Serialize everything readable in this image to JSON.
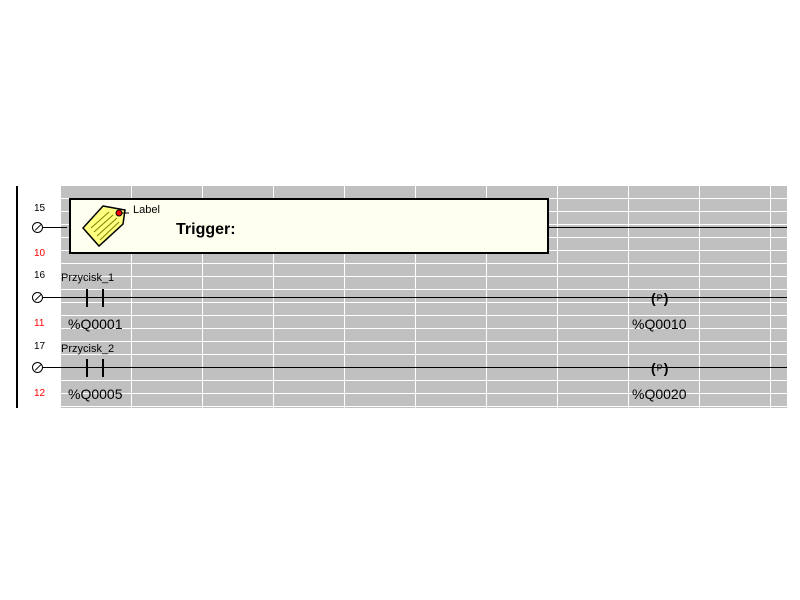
{
  "ladder": {
    "rungs": [
      {
        "rung_number": "15",
        "step_number": "10",
        "label_kind": "Label",
        "label_text": "Trigger:"
      },
      {
        "rung_number": "16",
        "step_number": "11",
        "contact_name": "Przycisk_1",
        "contact_address": "%Q0001",
        "coil_type": "P",
        "coil_address": "%Q0010"
      },
      {
        "rung_number": "17",
        "step_number": "12",
        "contact_name": "Przycisk_2",
        "contact_address": "%Q0005",
        "coil_type": "P",
        "coil_address": "%Q0020"
      }
    ]
  }
}
